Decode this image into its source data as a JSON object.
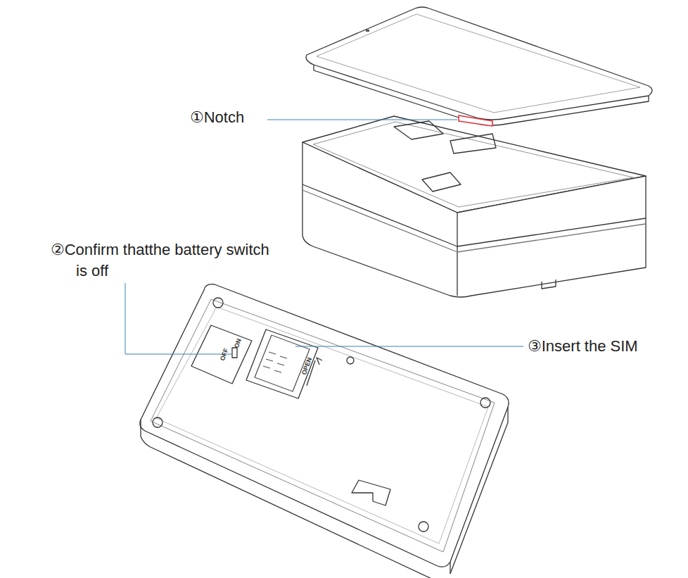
{
  "diagram": {
    "labels": [
      "①Notch",
      "②Confirm thatthe battery switch is off",
      "③Insert the SIM",
      "OFF",
      "ON",
      "OPEN"
    ]
  }
}
